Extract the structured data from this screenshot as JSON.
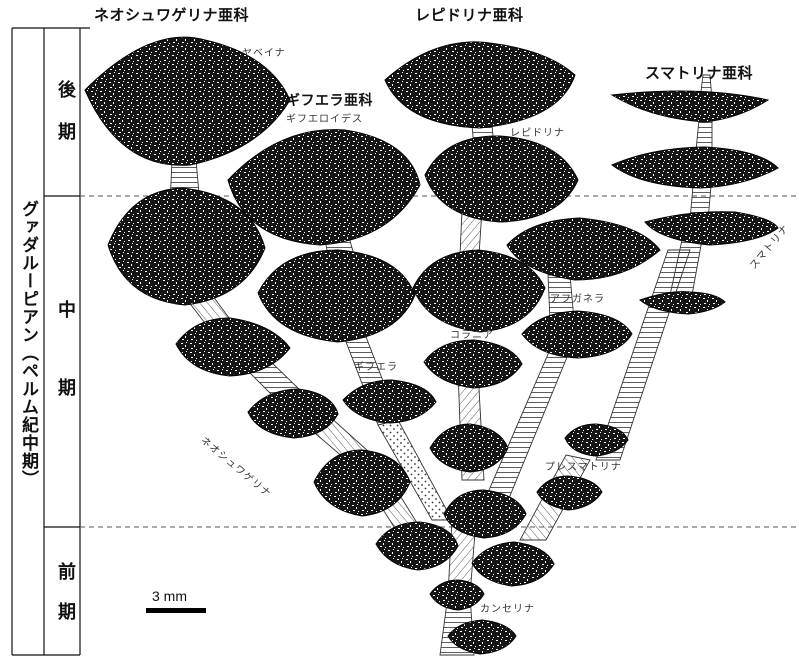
{
  "column": {
    "era_label": "グァダルーピアン（ペルム紀中期）",
    "late_label": "後期",
    "middle_label": "中期",
    "early_label": "前期"
  },
  "subfamilies": {
    "neoschwagerinid": "ネオシュワゲリナ亜科",
    "lepidolinid": "レピドリナ亜科",
    "sumatrinid": "スマトリナ亜科",
    "verbeekinid": "ギフエラ亜科"
  },
  "genera": {
    "yabeina": "ヤベイナ",
    "gifuelloides": "ギフエロイデス",
    "lepidolina": "レピドリナ",
    "sumatrina": "スマトリナ",
    "afghanella": "アフガネラ",
    "colania": "コラニア",
    "gifuella": "ギフエラ",
    "neoschwagerina": "ネオシュワゲリナ",
    "presumatrina": "プレスマトリナ",
    "cancellina": "カンセリナ"
  },
  "scale_bar": {
    "label": "3 mm"
  },
  "colors": {
    "fossil": "#1a1a1a",
    "line": "#222222",
    "dash": "#555555"
  }
}
